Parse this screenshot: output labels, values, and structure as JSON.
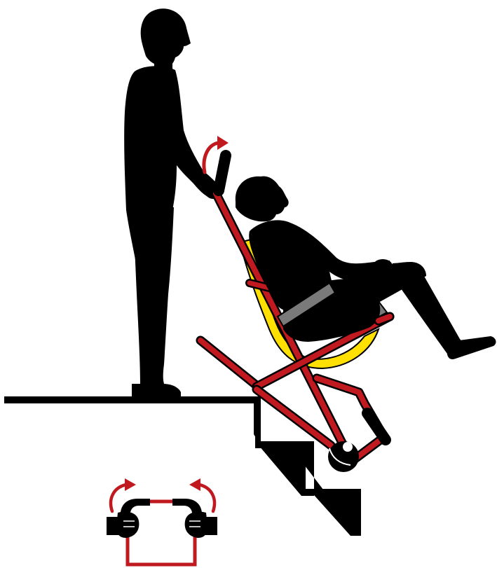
{
  "colors": {
    "background": "#ffffff",
    "silhouette": "#000000",
    "frame": "#c0191f",
    "frame_outline": "#000000",
    "seat": "#ffe000",
    "strap": "#7a7a7a",
    "arrow": "#c0191f"
  },
  "figure": {
    "illustration": "evacuation-chair-stair-descent",
    "detail": "handle-grip-detail"
  },
  "icons": [
    "standing-attendant-silhouette",
    "seated-passenger-silhouette",
    "evacuation-chair",
    "stairs",
    "rotate-arrow-icon",
    "gloved-hand-icon"
  ]
}
